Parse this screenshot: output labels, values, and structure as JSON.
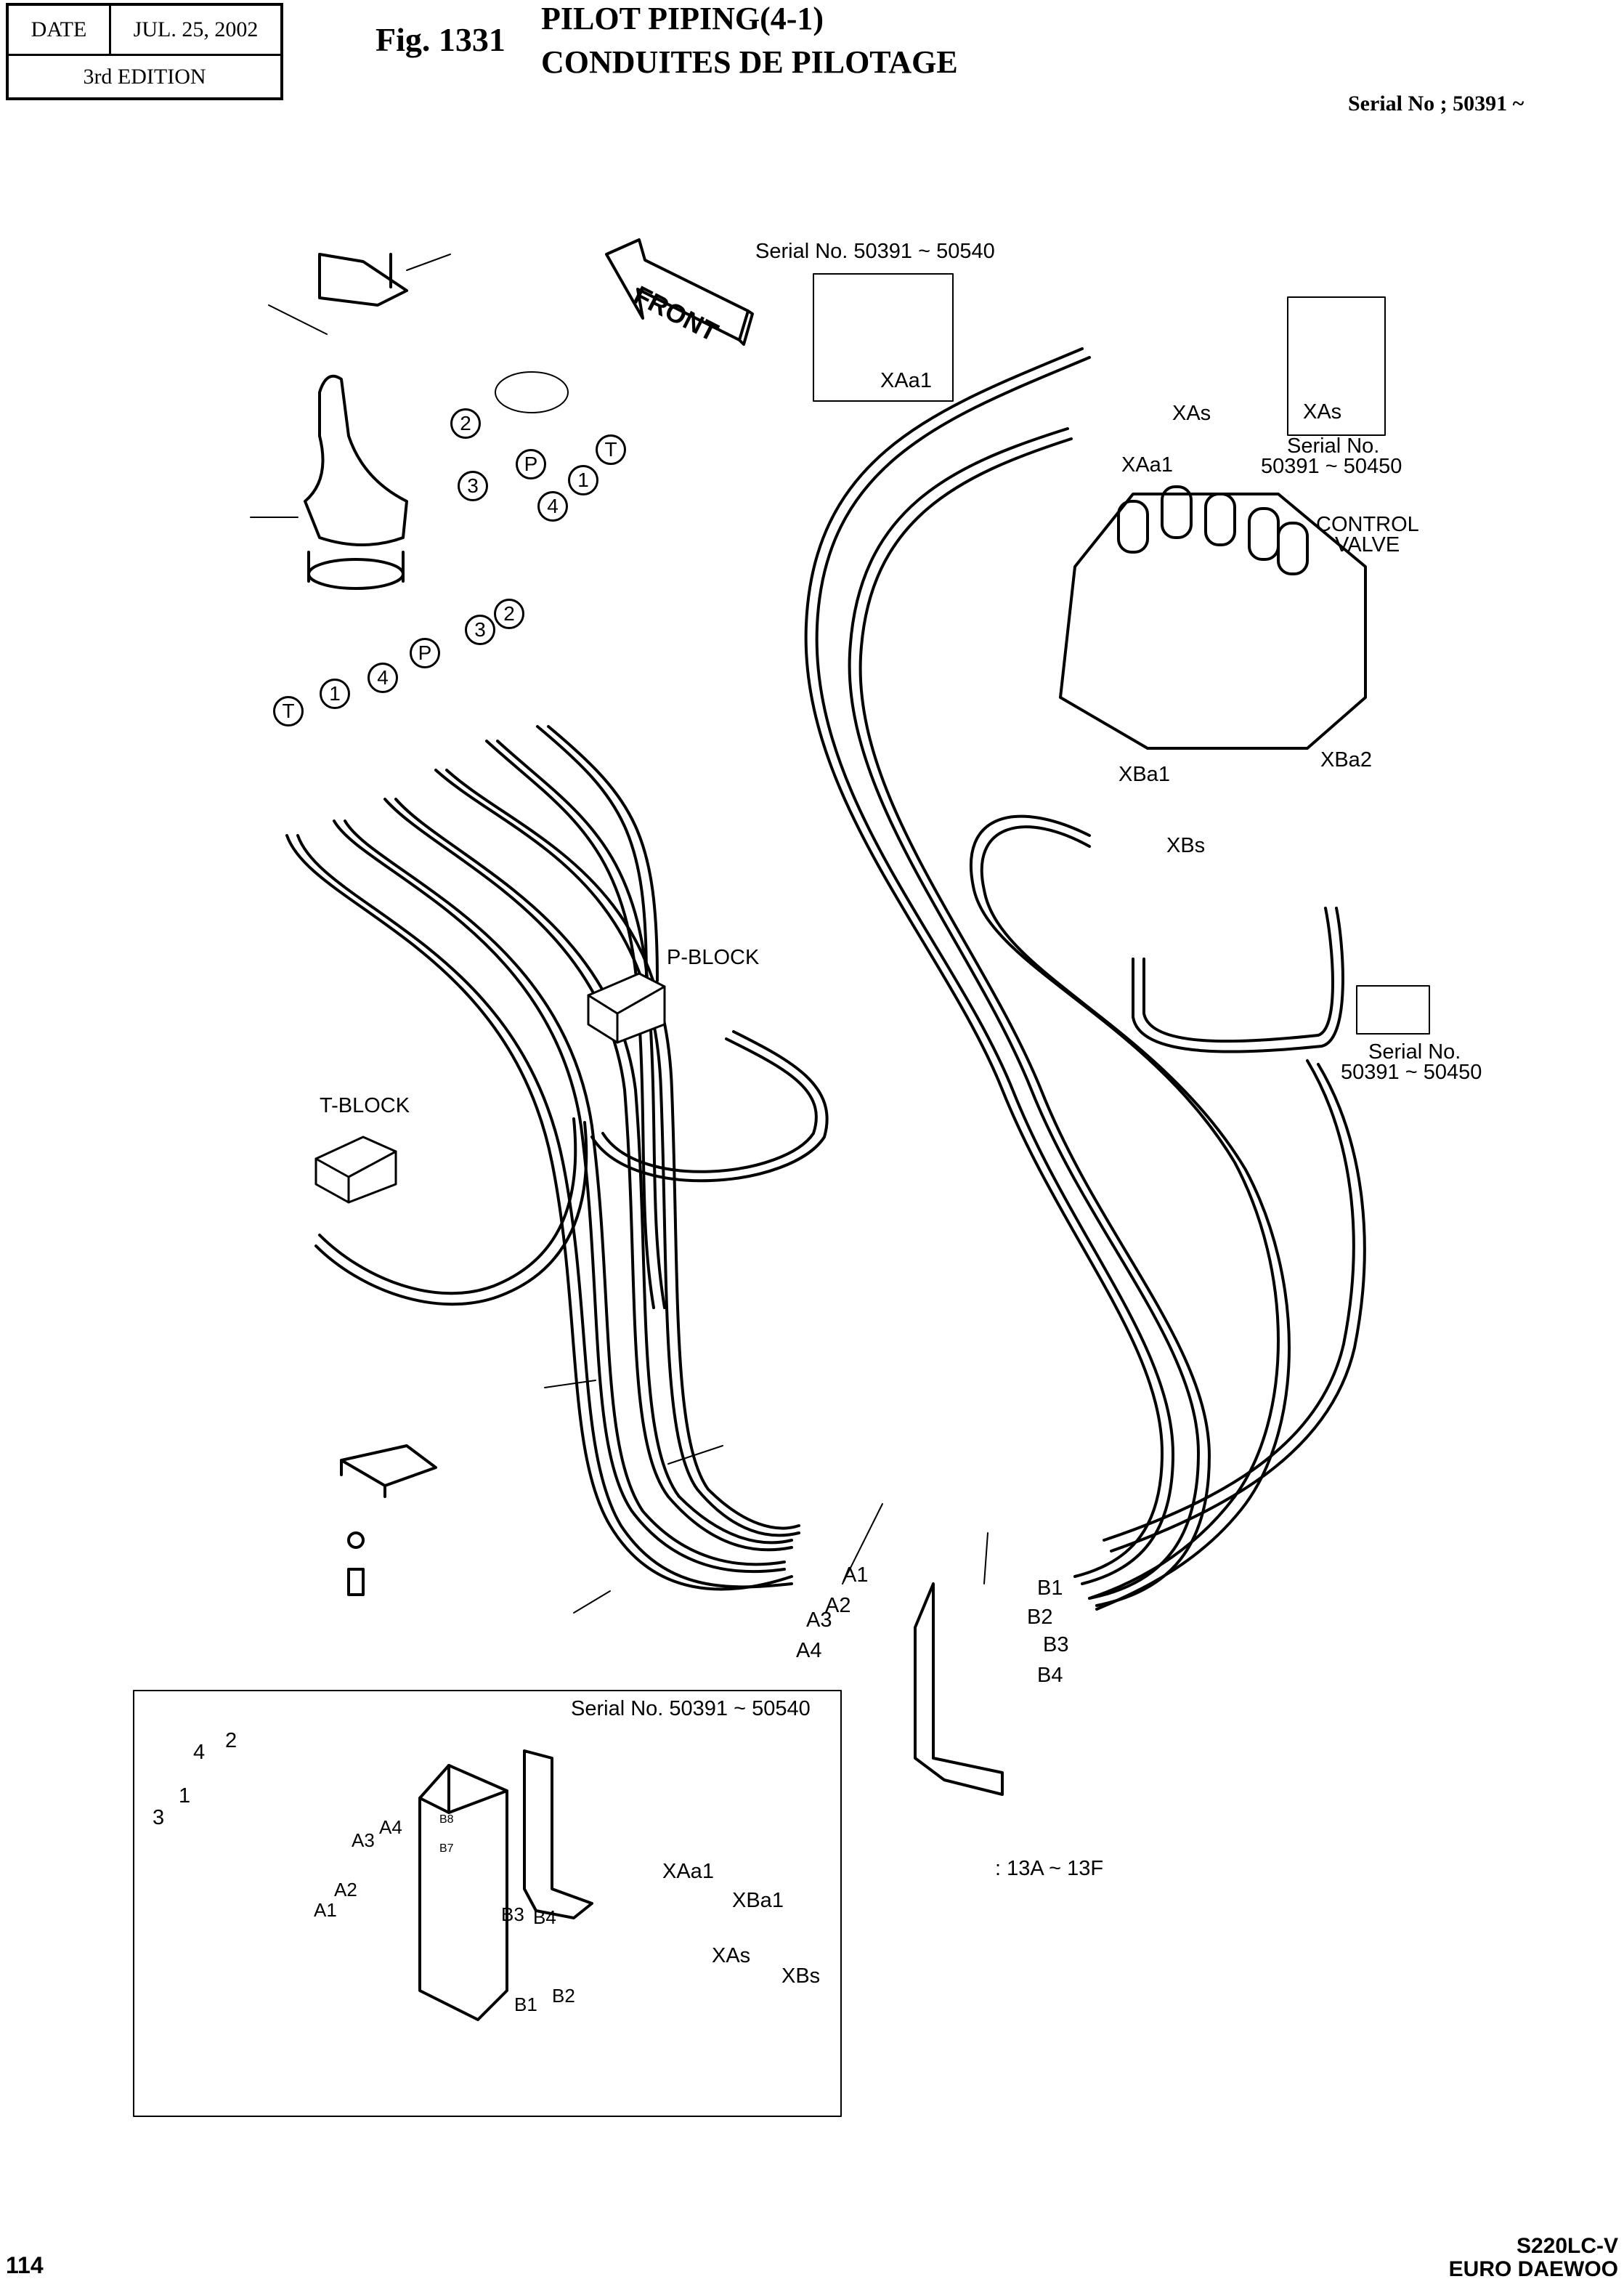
{
  "header": {
    "date_label": "DATE",
    "date_value": "JUL. 25, 2002",
    "edition": "3rd EDITION",
    "figure_number": "Fig. 1331",
    "title_en": "PILOT PIPING(4-1)",
    "title_fr": "CONDUITES DE PILOTAGE",
    "serial_range": "Serial No ; 50391 ~"
  },
  "diagram": {
    "front_arrow_label": "FRONT",
    "components": {
      "control_valve": [
        "CONTROL",
        "VALVE"
      ],
      "p_block": "P-BLOCK",
      "t_block": "T-BLOCK"
    },
    "joystick_port_callouts": [
      "2",
      "3",
      "P",
      "4",
      "1",
      "T"
    ],
    "fitting_callouts": [
      "T",
      "1",
      "4",
      "P",
      "3",
      "2"
    ],
    "port_labels": {
      "xaa1_top": "XAa1",
      "xas_top": "XAs",
      "xaa1_valve": "XAa1",
      "xba1": "XBa1",
      "xbs": "XBs",
      "xba2": "XBa2"
    },
    "a_ports": [
      "A1",
      "A2",
      "A3",
      "A4"
    ],
    "b_ports": [
      "B1",
      "B2",
      "B3",
      "B4"
    ],
    "note_range": ": 13A ~ 13F",
    "insets": {
      "top_xaa1": {
        "serial": "Serial No. 50391 ~ 50540",
        "label": "XAa1"
      },
      "top_xas": {
        "label": "XAs",
        "serial_line1": "Serial No.",
        "serial_line2": "50391 ~ 50450"
      },
      "mid_fitting": {
        "serial_line1": "Serial No.",
        "serial_line2": "50391 ~ 50450"
      },
      "bottom_block": {
        "serial": "Serial No. 50391 ~ 50540",
        "hose_numbers": [
          "2",
          "4",
          "1",
          "3"
        ],
        "a_ports": [
          "A4",
          "A3",
          "A2",
          "A1"
        ],
        "block_ports": [
          "B8",
          "B7"
        ],
        "b_ports": [
          "B3",
          "B4",
          "B1",
          "B2"
        ],
        "line_labels": [
          "XAa1",
          "XBa1",
          "XAs",
          "XBs"
        ]
      }
    }
  },
  "footer": {
    "page_number": "114",
    "model_line1": "S220LC-V",
    "model_line2": "EURO DAEWOO"
  }
}
